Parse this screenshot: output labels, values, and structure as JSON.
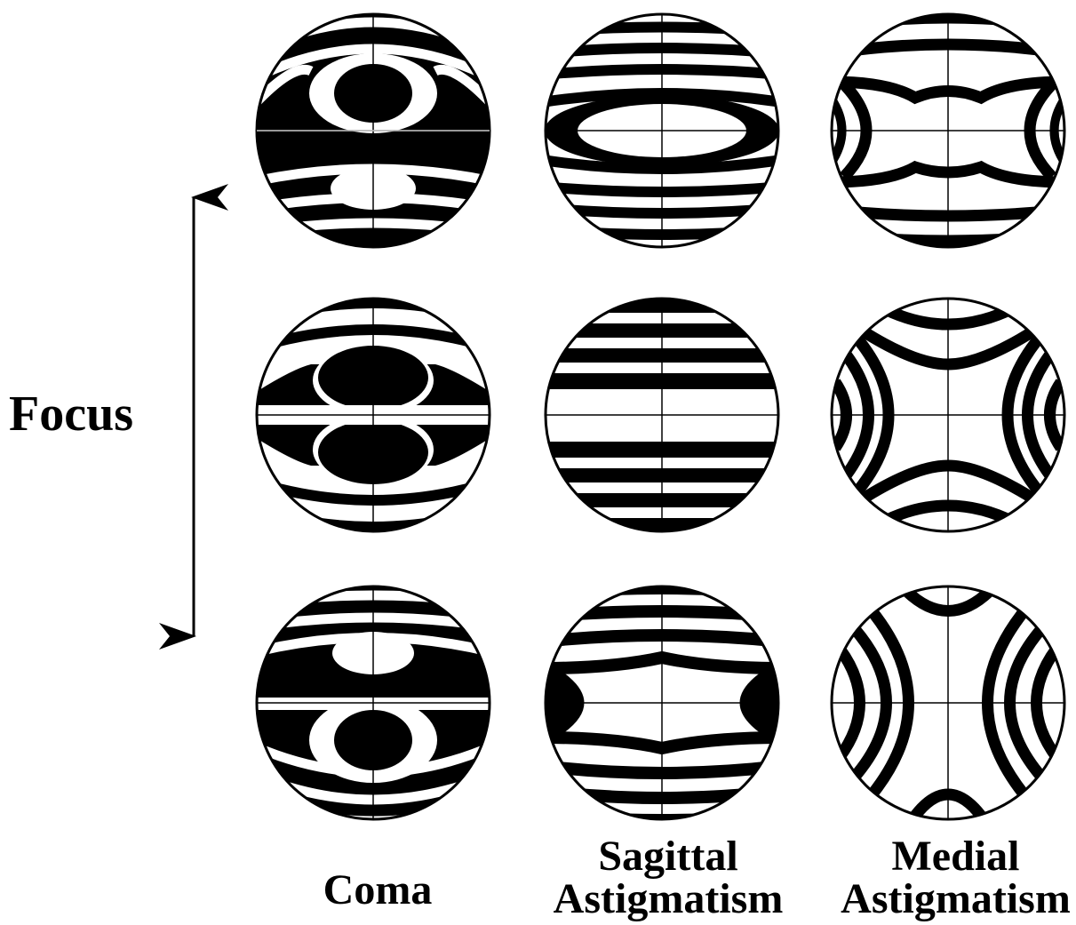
{
  "axis": {
    "label": "Focus"
  },
  "columns": [
    {
      "lines": [
        "Coma"
      ]
    },
    {
      "lines": [
        "Sagittal",
        "Astigmatism"
      ]
    },
    {
      "lines": [
        "Medial",
        "Astigmatism"
      ]
    }
  ],
  "colors": {
    "fringe": "#000000",
    "background": "#ffffff"
  }
}
